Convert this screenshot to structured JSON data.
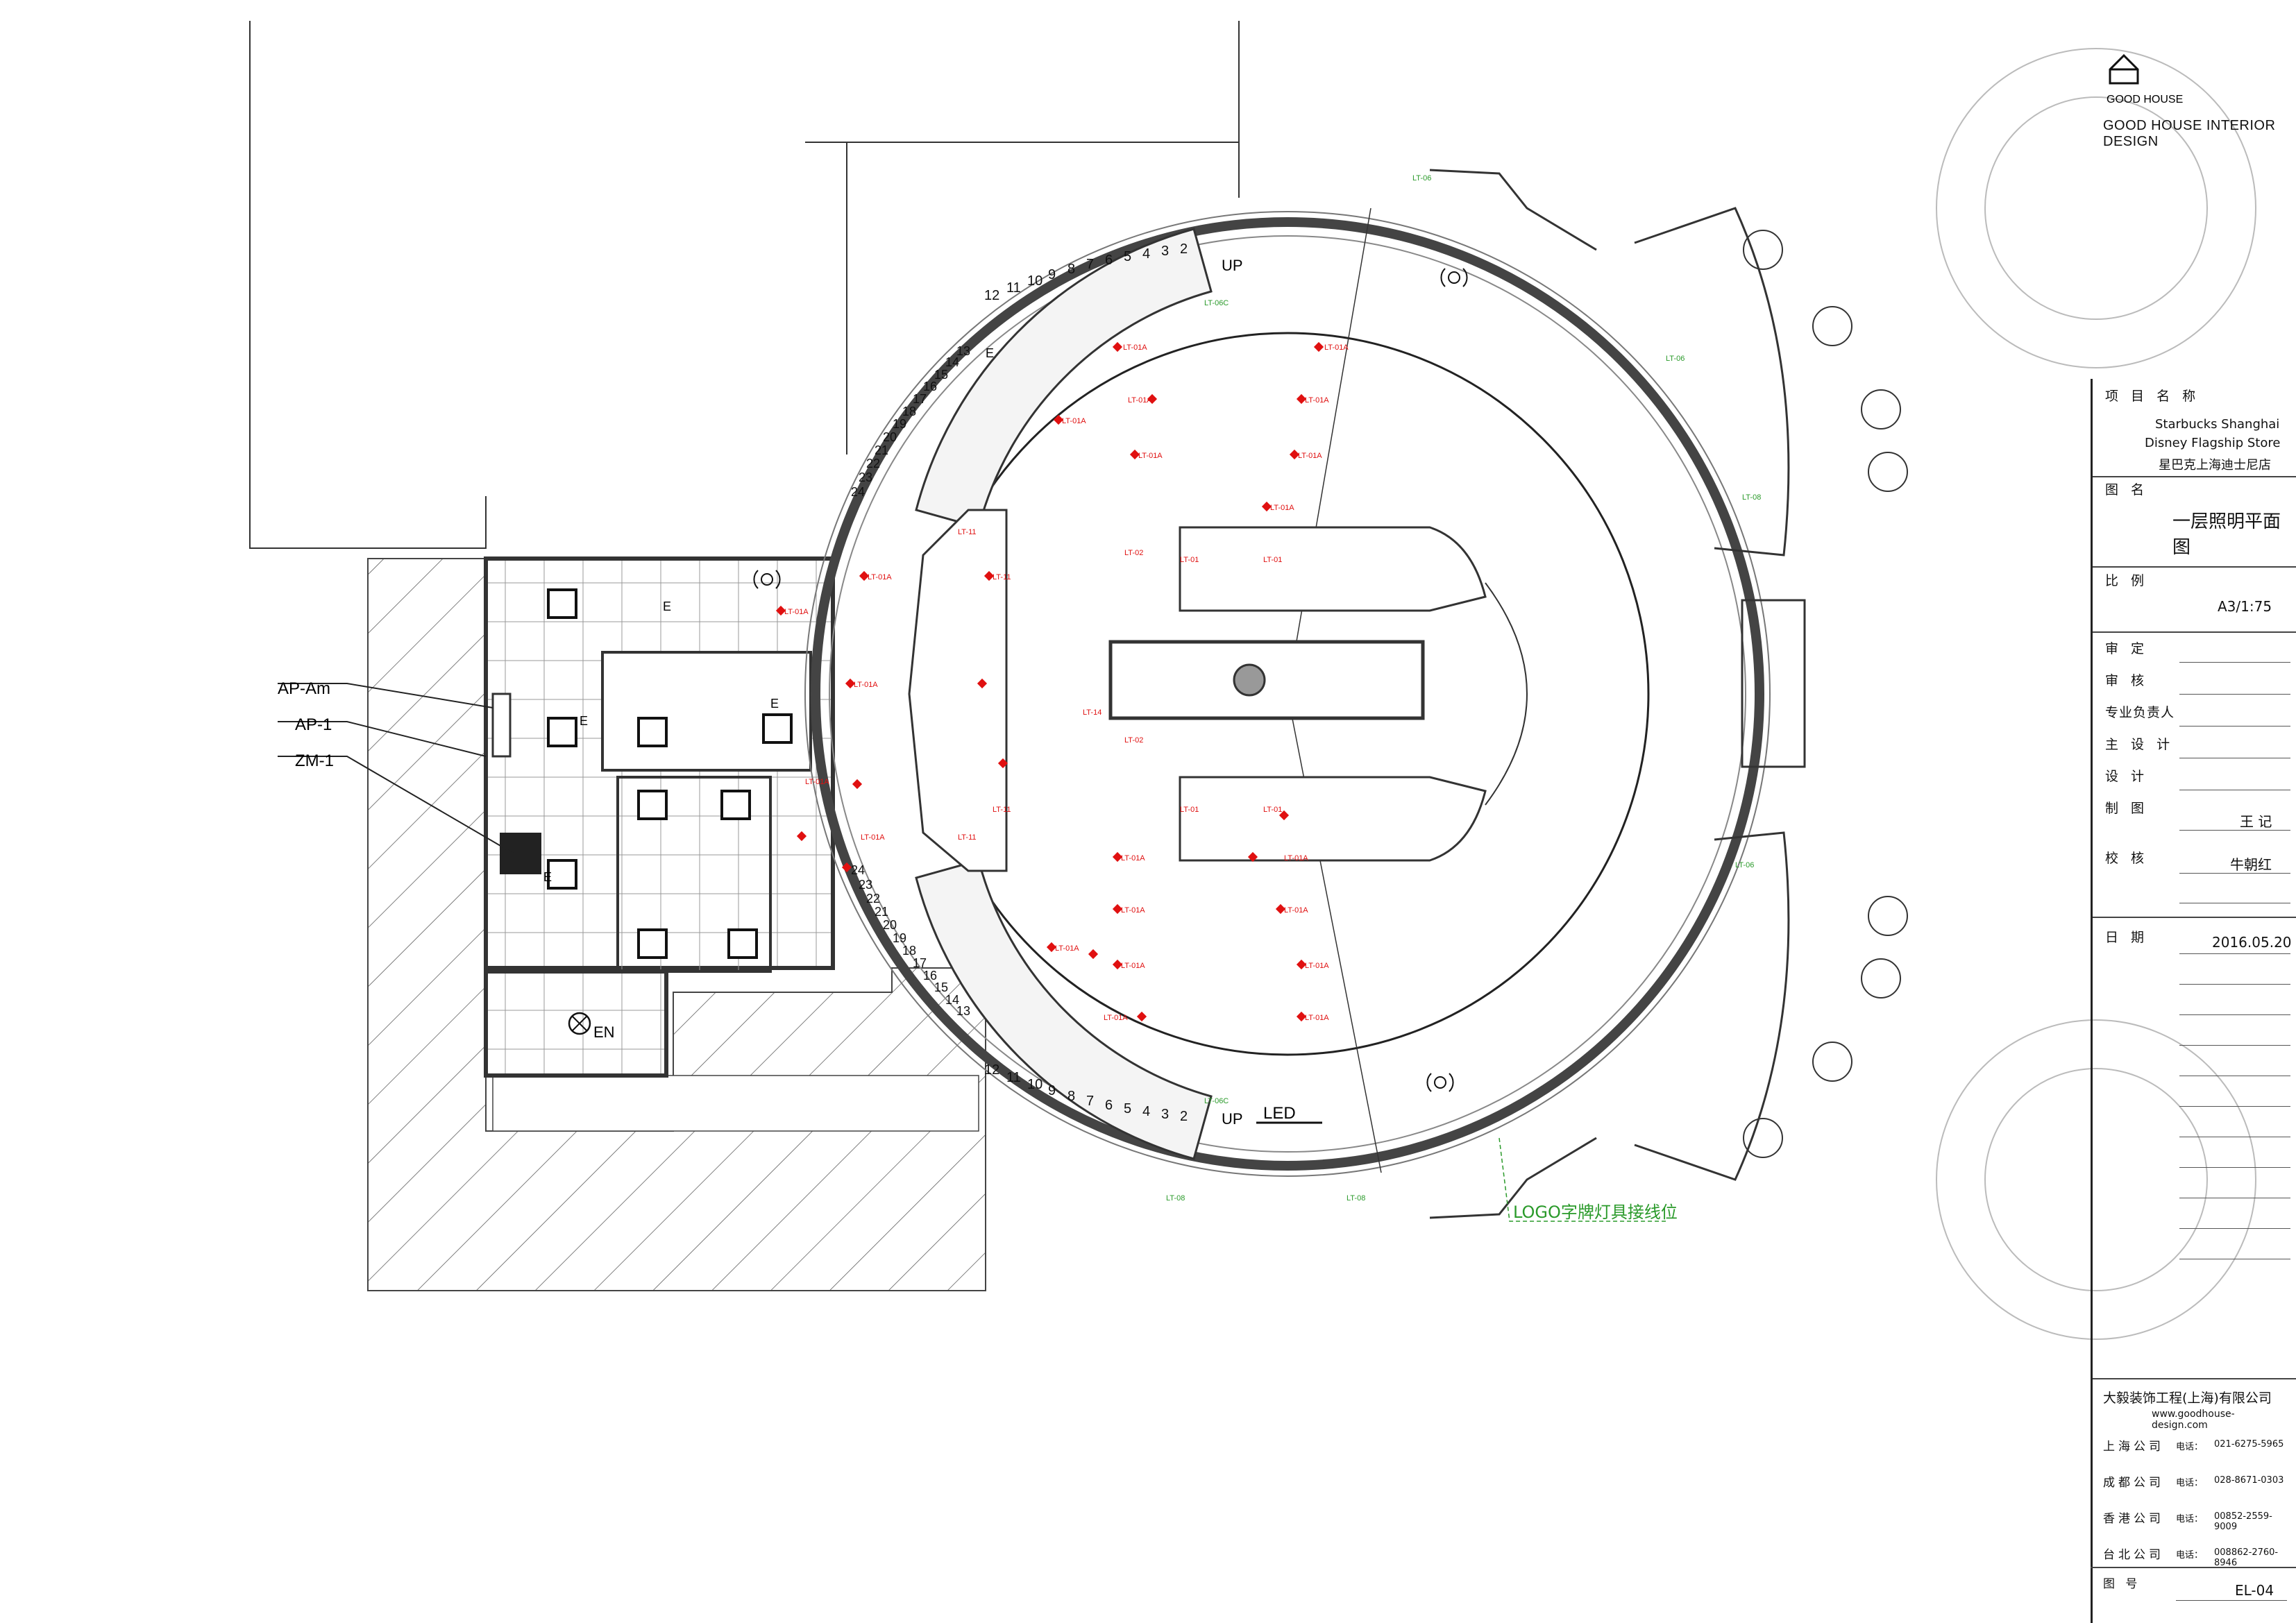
{
  "brand": {
    "logo_text": "GOOD HOUSE",
    "name": "GOOD HOUSE INTERIOR DESIGN"
  },
  "title_block": {
    "project_label": "项 目 名 称",
    "project_name_en_1": "Starbucks Shanghai",
    "project_name_en_2": "Disney Flagship Store",
    "project_name_cn": "星巴克上海迪士尼店",
    "drawing_label": "图   名",
    "drawing_name": "一层照明平面图",
    "scale_label": "比   例",
    "scale_value": "A3/1:75",
    "approve_label": "审   定",
    "review_label": "审   核",
    "lead_label": "专业负责人",
    "main_design_label": "主 设 计",
    "design_label": "设   计",
    "draw_label": "制   图",
    "draw_value": "王 记",
    "check_label": "校   核",
    "check_value": "牛朝红",
    "date_label": "日   期",
    "date_value": "2016.05.20",
    "sheet_label": "图   号",
    "sheet_value": "EL-04"
  },
  "company": {
    "name": "大毅装饰工程(上海)有限公司",
    "website": "www.goodhouse-design.com",
    "phone_prefix": "电话：",
    "offices": [
      {
        "name": "上海公司",
        "phone": "021-6275-5965"
      },
      {
        "name": "成都公司",
        "phone": "028-8671-0303"
      },
      {
        "name": "香港公司",
        "phone": "00852-2559-9009"
      },
      {
        "name": "台北公司",
        "phone": "008862-2760-8946"
      }
    ]
  },
  "plan": {
    "panel_labels": [
      "AP-Am",
      "AP-1",
      "ZM-1"
    ],
    "up_label": "UP",
    "stair_numbers_upper": [
      "2",
      "3",
      "4",
      "5",
      "6",
      "7",
      "8",
      "9",
      "10",
      "11",
      "12"
    ],
    "stair_numbers_lower": [
      "2",
      "3",
      "4",
      "5",
      "6",
      "7",
      "8",
      "9",
      "10",
      "11",
      "12"
    ],
    "stair_side_upper": [
      "13",
      "14",
      "15",
      "16",
      "17",
      "18",
      "19",
      "20",
      "21",
      "22",
      "23",
      "24"
    ],
    "stair_side_lower": [
      "13",
      "14",
      "15",
      "16",
      "17",
      "18",
      "19",
      "20",
      "21",
      "22",
      "23",
      "24"
    ],
    "led_label": "LED",
    "logo_note": "LOGO字牌灯具接线位",
    "exit_label": "EN",
    "door_marks": [
      "E",
      "E",
      "E",
      "E",
      "E"
    ],
    "fixtures": {
      "lt01a": "LT-01A",
      "lt01": "LT-01",
      "lt02": "LT-02",
      "lt11": "LT-11",
      "lt14": "LT-14",
      "lt06": "LT-06",
      "lt06c": "LT-06C",
      "lt08": "LT-08"
    }
  }
}
